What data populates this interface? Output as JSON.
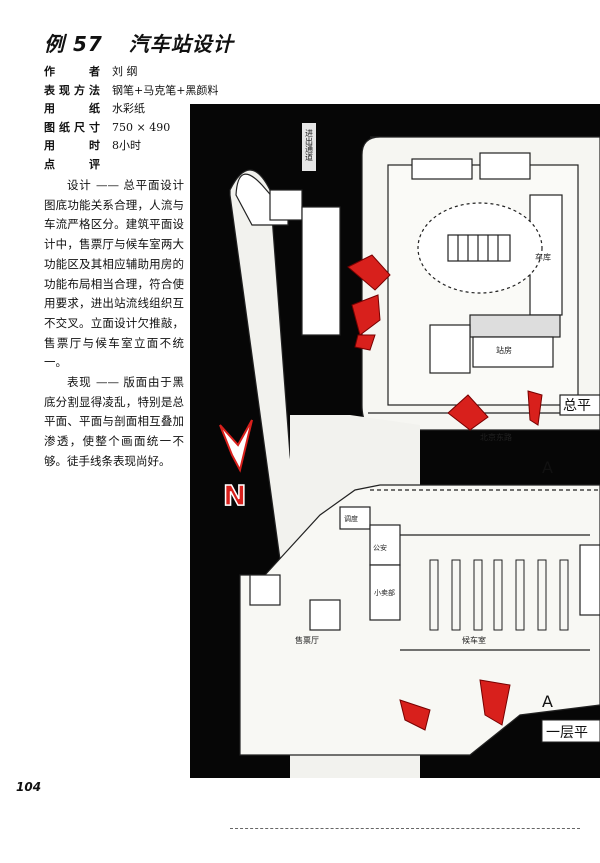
{
  "header": {
    "example_no": "例 57",
    "title": "汽车站设计"
  },
  "meta": [
    {
      "key": "作者",
      "value": "刘 纲"
    },
    {
      "key": "表现方法",
      "value": "钢笔+马克笔+黑颜料"
    },
    {
      "key": "用纸",
      "value": "水彩纸"
    },
    {
      "key": "图纸尺寸",
      "value": "750 × 490"
    },
    {
      "key": "用时",
      "value": "8小时"
    },
    {
      "key": "点评",
      "value": ""
    }
  ],
  "comment": {
    "p1": "设计 —— 总平面设计图底功能关系合理，人流与车流严格区分。建筑平面设计中，售票厅与候车室两大功能区及其相应辅助用房的功能布局相当合理，符合使用要求，进出站流线组织互不交叉。立面设计欠推敲，售票厅与候车室立面不统一。",
    "p2": "表现 —— 版面由于黑底分割显得凌乱，特别是总平面、平面与剖面相互叠加渗透，使整个画面统一不够。徒手线条表现尚好。"
  },
  "drawing": {
    "site_plan_label": "总平",
    "road_label": "北京东路",
    "entry_lane": "进出通道",
    "station_label": "站房",
    "garage_label": "车库",
    "section_mark": "A",
    "floor_plan_label": "一层平",
    "ticket_hall": "售票厅",
    "waiting_room": "候车室",
    "shop": "小卖部",
    "police": "公安",
    "dispatch": "调度",
    "north_mark": "N"
  },
  "footer": {
    "page_number": "104"
  },
  "colors": {
    "arrow_red": "#d8201c",
    "plate_black": "#060606"
  }
}
